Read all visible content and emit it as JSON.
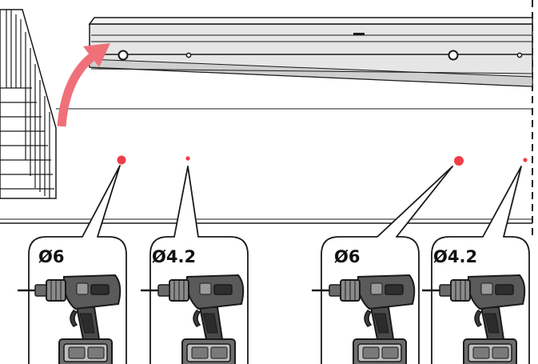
{
  "title": "",
  "colors": {
    "accent_red": "#ef3e4a",
    "arrow_pink": "#f0707a",
    "stroke": "#1a1a1a",
    "rail_fill": "#e6e6e6",
    "rail_shade": "#cfcfcf"
  },
  "icons": [
    "rail-profile",
    "curved-arrow",
    "wall-siding",
    "cordless-drill"
  ],
  "callouts": [
    {
      "id": "drill-callout-1",
      "label": "Ø6"
    },
    {
      "id": "drill-callout-2",
      "label": "Ø4.2"
    },
    {
      "id": "drill-callout-3",
      "label": "Ø6"
    },
    {
      "id": "drill-callout-4",
      "label": "Ø4.2"
    }
  ]
}
